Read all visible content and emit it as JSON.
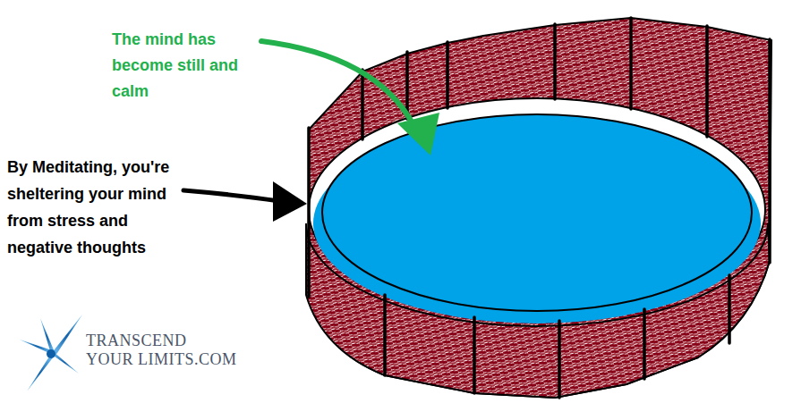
{
  "diagram": {
    "labels": [
      "The mind has become still and calm",
      "By Meditating, you're sheltering your mind from stress and negative thoughts",
      "TRANSCEND",
      "YOUR LIMITS.COM"
    ]
  }
}
